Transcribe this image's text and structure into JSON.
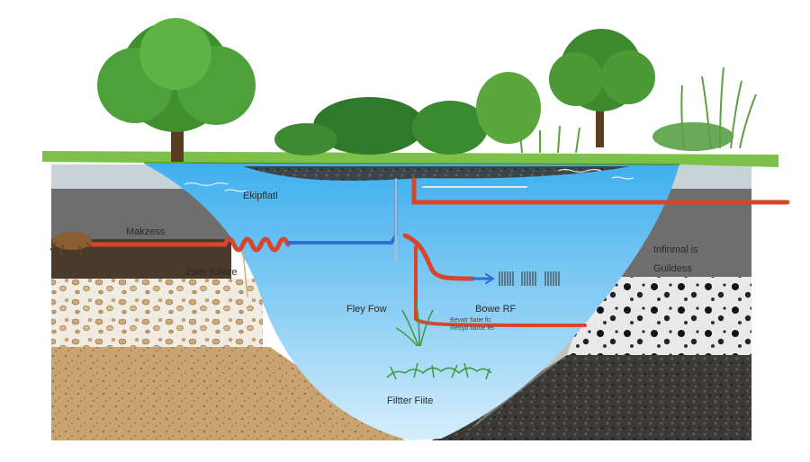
{
  "diagram": {
    "labels": {
      "top_water": "Ekipflatl",
      "left_pipe": "Makzess",
      "left_soil": "Zatle follore",
      "center": "Fley Fow",
      "right_pipe": "Bowe RF",
      "right_small_1": "Bevatr fiatie fic",
      "right_small_2": "Rettyd fiartie fer",
      "bottom_center": "Filtter Fiite",
      "right_top_1": "Infinmal is",
      "right_top_2": "Guildess"
    },
    "colors": {
      "water_top": "#3fb0ee",
      "water_bottom": "#cbe9fb",
      "pipe_red": "#d9452b",
      "pipe_blue": "#2f6fd0",
      "grass": "#7cc24a"
    },
    "icons": [
      "tree-icon",
      "bush-icon",
      "reed-icon",
      "filter-grid-icon",
      "aquatic-plant-icon"
    ]
  }
}
